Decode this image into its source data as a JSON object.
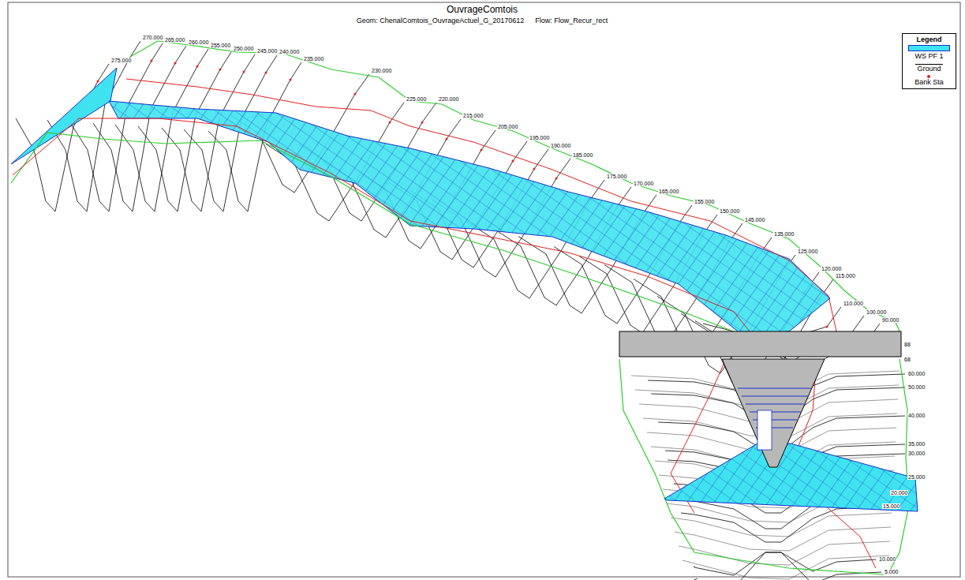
{
  "diagram": {
    "title": "OuvrageComtois",
    "labels": [
      "Legend",
      "Geom: ChenalComtois_OuvrageActuel_G_20170612",
      "Flow: Flow_Recur_rect",
      "275.000",
      "270.000",
      "265.000",
      "260.000",
      "255.000",
      "250.000",
      "245.000",
      "240.000",
      "235.000",
      "230.000",
      "225.000",
      "220.000",
      "215.000",
      "205.000",
      "195.000",
      "190.000",
      "185.000",
      "175.000",
      "170.000",
      "165.000",
      "155.000",
      "150.000",
      "145.000",
      "135.000",
      "125.000",
      "120.000",
      "115.000",
      "110.000",
      "100.000",
      "90.000",
      "88",
      "68",
      "60.000",
      "50.000",
      "40.000",
      "35.000",
      "30.000",
      "25.000",
      "20.000",
      "15.000",
      "10.000",
      "5.000"
    ],
    "legend": [
      {
        "text": "WS PF 1",
        "color": "#3fe3f0"
      },
      {
        "text": "Ground"
      },
      {
        "text": "Bank Sta"
      }
    ]
  }
}
